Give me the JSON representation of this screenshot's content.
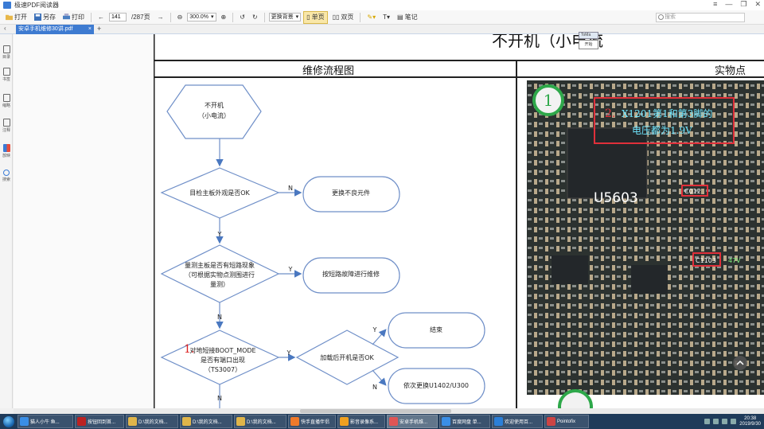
{
  "window": {
    "title": "极速PDF阅读器",
    "controls": [
      "≡",
      "—",
      "❐",
      "✕"
    ]
  },
  "toolbar": {
    "open": "打开",
    "save": "另存",
    "print": "打印",
    "page_current": "141",
    "page_total": "/287页",
    "zoom": "300.0%",
    "bg": "更换背景",
    "single": "单页",
    "double": "双页",
    "note": "笔记"
  },
  "search": {
    "placeholder": "搜索"
  },
  "tab": {
    "label": "安卓手机维修30讲.pdf",
    "close": "×",
    "add": "+",
    "nav": "‹"
  },
  "sidebar": {
    "items": [
      {
        "label": "目录",
        "icon": "toc-icon"
      },
      {
        "label": "书签",
        "icon": "bookmark-icon"
      },
      {
        "label": "缩略",
        "icon": "thumbnail-icon"
      },
      {
        "label": "注释",
        "icon": "annotation-icon"
      },
      {
        "label": "放映",
        "icon": "slideshow-icon"
      },
      {
        "label": "搜索",
        "icon": "search-icon"
      }
    ]
  },
  "popup": {
    "top": "ToMa",
    "label": "开始"
  },
  "document": {
    "heading": "不开机（小电流",
    "col_left": "维修流程图",
    "col_right": "实物点",
    "flow": {
      "start": [
        "不开机",
        "（小电流）"
      ],
      "d1": "目检主板外观是否OK",
      "r1": "更换不良元件",
      "d2": [
        "量测主板是否有短路现象",
        "（可根据实物点测围进行",
        "量测）"
      ],
      "r2": "按短路故障进行维修",
      "d3_num": "1.",
      "d3": [
        "对地短接BOOT_MODE",
        "是否有端口出现",
        "（TS3007）"
      ],
      "d4": "加载后开机是否OK",
      "r3": "结束",
      "r4": "依次更换U1402/U300",
      "labels": {
        "n": "N",
        "y": "Y"
      }
    },
    "photo": {
      "num1": "1",
      "num2": "2.",
      "note": [
        "X1201第1和第3脚的",
        "电压都为1.9V"
      ],
      "chip": "U5603",
      "cap1": "C012",
      "cap2": "C1103",
      "v": "47V"
    }
  },
  "taskbar": {
    "items": [
      {
        "label": "猫人小牛 鱼...",
        "color": "#3a8ee6"
      },
      {
        "label": "按钮回到首...",
        "color": "#b22"
      },
      {
        "label": "D:\\我的文档...",
        "color": "#e0b54a"
      },
      {
        "label": "D:\\我的文档...",
        "color": "#e0b54a"
      },
      {
        "label": "D:\\我的文档...",
        "color": "#e0b54a"
      },
      {
        "label": "快手直播伴侣",
        "color": "#f07a2a"
      },
      {
        "label": "影音录像系...",
        "color": "#f0a020"
      },
      {
        "label": "安卓手机维...",
        "color": "#e05555"
      },
      {
        "label": "百度网盘 单...",
        "color": "#3a8ee6"
      },
      {
        "label": "欢迎使用百...",
        "color": "#2b7fd8"
      },
      {
        "label": "Pointofix",
        "color": "#c44"
      }
    ],
    "time": "20:38",
    "date": "2019/9/30"
  }
}
